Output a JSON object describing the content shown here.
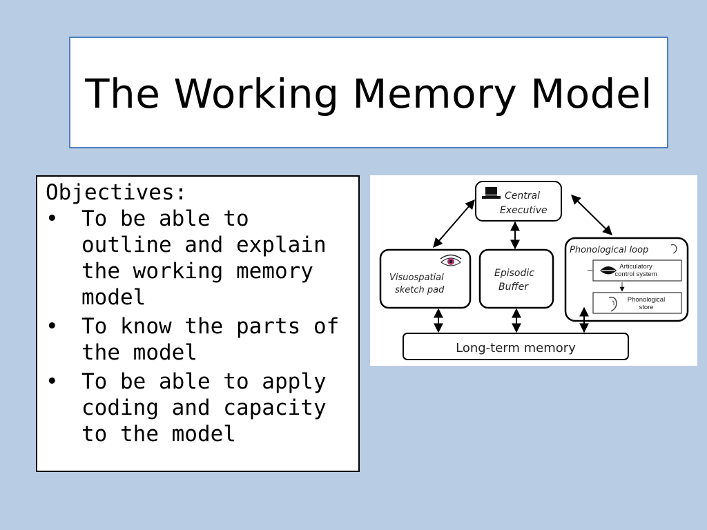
{
  "slide": {
    "title": "The Working Memory Model"
  },
  "objectives": {
    "heading": "Objectives:",
    "bullet": "•",
    "items": [
      "To be able to outline and explain the working memory model",
      "To know the parts of the model",
      "To be able to apply coding and capacity to the model"
    ]
  },
  "diagram": {
    "central_executive": [
      "Central",
      "Executive"
    ],
    "visuospatial": [
      "Visuospatial",
      "sketch pad"
    ],
    "episodic": [
      "Episodic",
      "Buffer"
    ],
    "phonological_loop": "Phonological loop",
    "articulatory": [
      "Articulatory",
      "control system"
    ],
    "phonological_store": [
      "Phonological",
      "store"
    ],
    "long_term": "Long-term memory",
    "icons": [
      "top-hat-icon",
      "eye-icon",
      "lips-icon",
      "ear-icon"
    ]
  }
}
